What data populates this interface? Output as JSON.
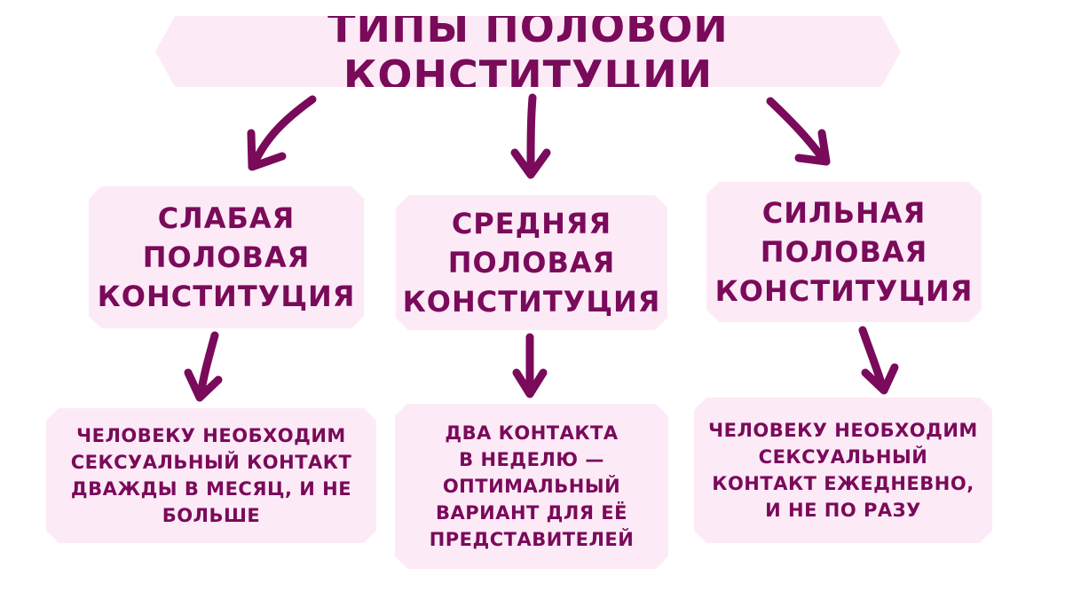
{
  "title": "ТИПЫ ПОЛОВОЙ КОНСТИТУЦИИ",
  "types": [
    {
      "label": "СЛАБАЯ\nПОЛОВАЯ\nКОНСТИТУЦИЯ",
      "description": "ЧЕЛОВЕКУ НЕОБХОДИМ\nСЕКСУАЛЬНЫЙ КОНТАКТ\nДВАЖДЫ В МЕСЯЦ, И НЕ\nБОЛЬШЕ"
    },
    {
      "label": "СРЕДНЯЯ\nПОЛОВАЯ\nКОНСТИТУЦИЯ",
      "description": "ДВА КОНТАКТА\nВ НЕДЕЛЮ —\nОПТИМАЛЬНЫЙ\nВАРИАНТ ДЛЯ ЕЁ\nПРЕДСТАВИТЕЛЕЙ"
    },
    {
      "label": "СИЛЬНАЯ\nПОЛОВАЯ\nКОНСТИТУЦИЯ",
      "description": "ЧЕЛОВЕКУ НЕОБХОДИМ\nСЕКСУАЛЬНЫЙ\nКОНТАКТ ЕЖЕДНЕВНО,\nИ НЕ ПО РАЗУ"
    }
  ],
  "colors": {
    "accent": "#7a0a5a",
    "box_fill": "#fdeaf7",
    "background": "#ffffff"
  }
}
